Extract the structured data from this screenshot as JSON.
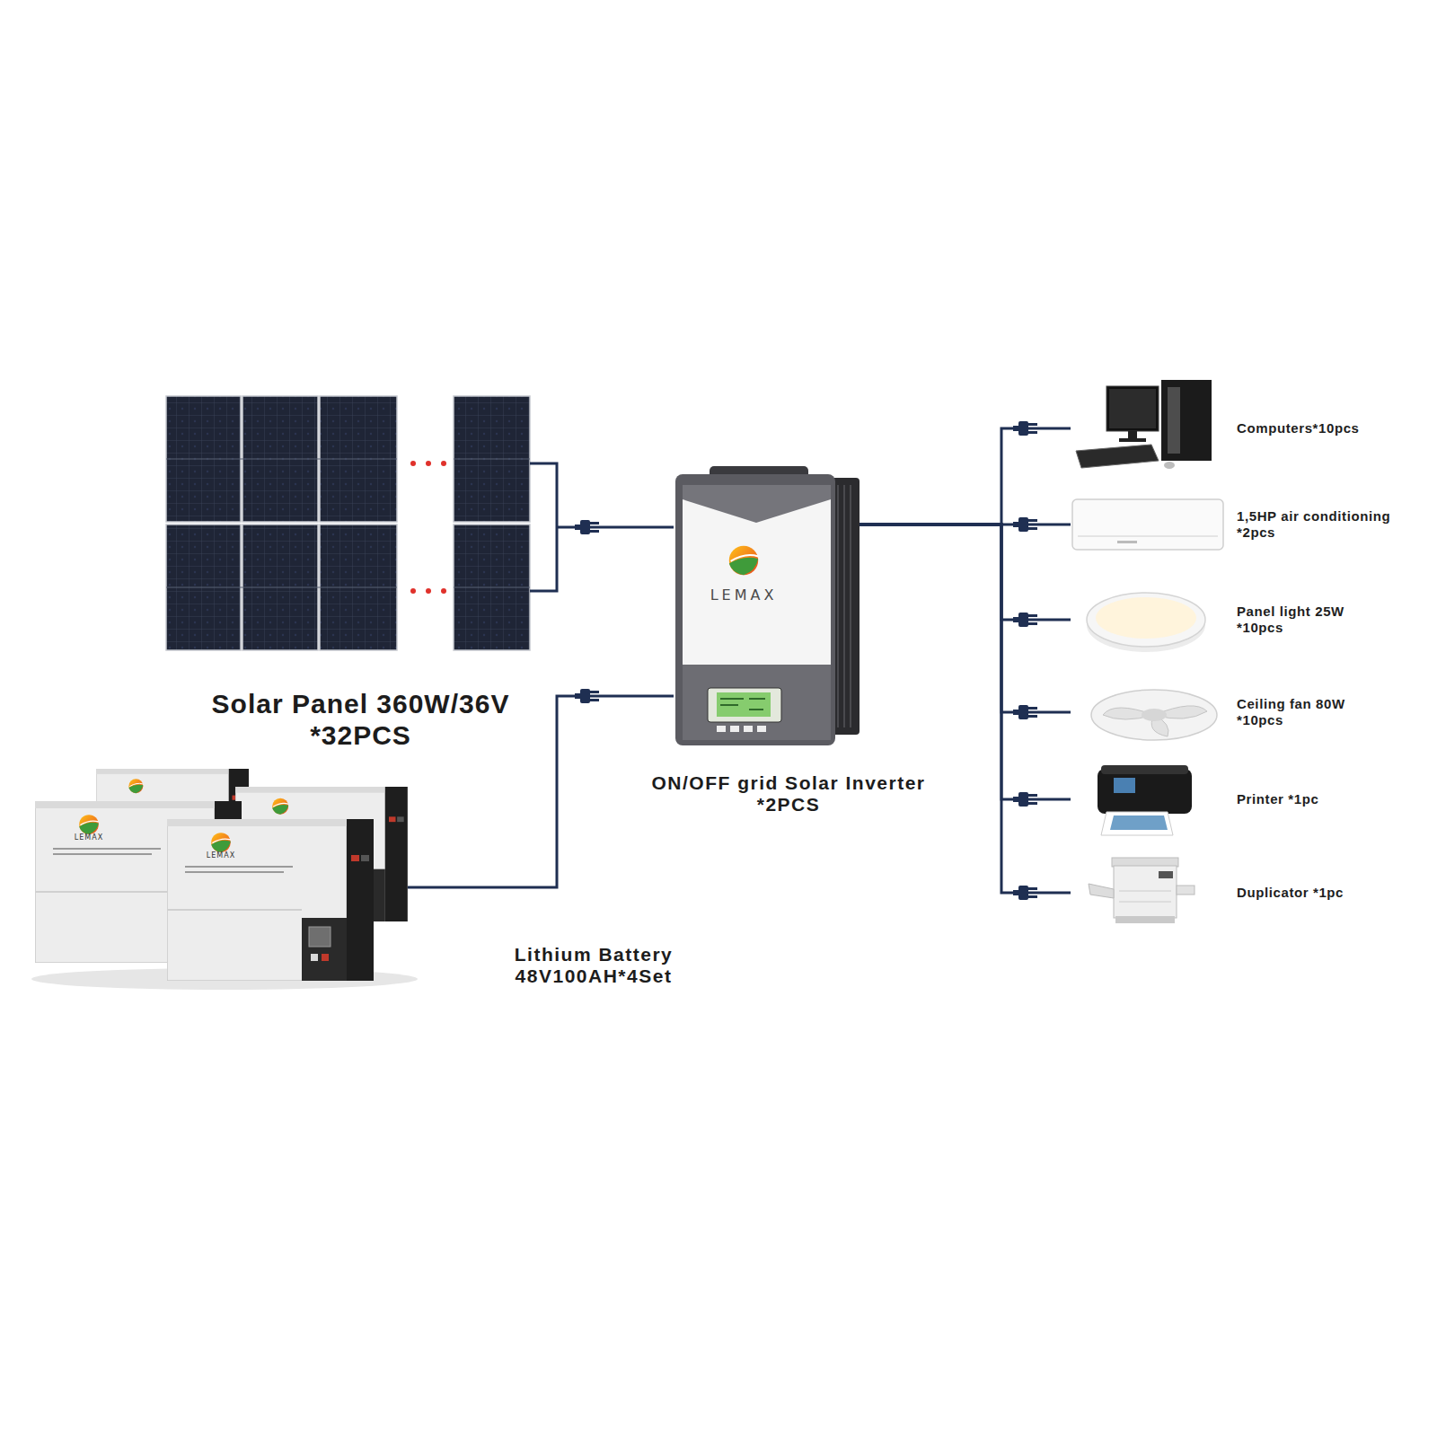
{
  "diagram": {
    "nodes": [
      {
        "text": [
          "Solar Panel 360W/36V *32PCS"
        ]
      },
      {
        "text": [
          "LEMAX",
          "ON/OFF grid Solar Inverter *2PCS"
        ]
      },
      {
        "text": [
          "Lithium Battery 48V100AH*4Set"
        ]
      },
      {
        "text": [
          "Computers*10pcs"
        ]
      },
      {
        "text": [
          "1,5HP air conditioning *2pcs"
        ]
      },
      {
        "text": [
          "Panel light 25W *10pcs"
        ]
      },
      {
        "text": [
          "Ceiling fan 80W *10pcs"
        ]
      },
      {
        "text": [
          "Printer *1pc"
        ]
      },
      {
        "text": [
          "Duplicator *1pc"
        ]
      }
    ],
    "edges": [
      {
        "from": 0,
        "to": 1,
        "arrow": "none"
      },
      {
        "from": 2,
        "to": 1,
        "arrow": "none"
      },
      {
        "from": 1,
        "to": 3,
        "arrow": "none"
      },
      {
        "from": 1,
        "to": 4,
        "arrow": "none"
      },
      {
        "from": 1,
        "to": 5,
        "arrow": "none"
      },
      {
        "from": 1,
        "to": 6,
        "arrow": "none"
      },
      {
        "from": 1,
        "to": 7,
        "arrow": "none"
      },
      {
        "from": 1,
        "to": 8,
        "arrow": "none"
      }
    ],
    "labels": [
      "LEMAX",
      "LEMAX"
    ]
  }
}
